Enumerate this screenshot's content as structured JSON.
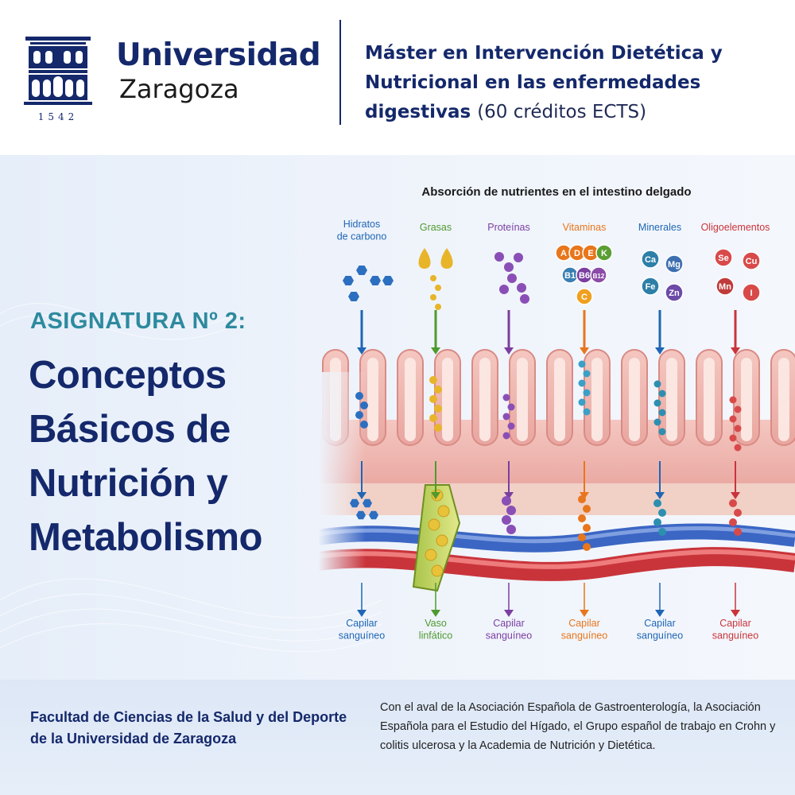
{
  "header": {
    "university_name": "Universidad",
    "university_city": "Zaragoza",
    "founding_year": "1542",
    "master_title_bold": "Máster en Intervención Dietética y Nutricional en las enfermedades digestivas",
    "master_title_light": "(60 créditos ECTS)",
    "logo_icon": "university-building-icon"
  },
  "subject": {
    "number_label": "ASIGNATURA Nº 2:",
    "title": "Conceptos Básicos de Nutrición y Metabolismo"
  },
  "diagram": {
    "title": "Absorción de nutrientes en el intestino delgado",
    "columns": [
      {
        "label_lines": [
          "Hidratos",
          "de carbono"
        ],
        "destination_lines": [
          "Capilar",
          "sanguíneo"
        ],
        "color": "#1f66b5"
      },
      {
        "label_lines": [
          "Grasas"
        ],
        "destination_lines": [
          "Vaso",
          "linfático"
        ],
        "color": "#4f9a2f"
      },
      {
        "label_lines": [
          "Proteínas"
        ],
        "destination_lines": [
          "Capilar",
          "sanguíneo"
        ],
        "color": "#7a3fa0"
      },
      {
        "label_lines": [
          "Vitaminas"
        ],
        "destination_lines": [
          "Capilar",
          "sanguíneo"
        ],
        "color": "#e8761c"
      },
      {
        "label_lines": [
          "Minerales"
        ],
        "destination_lines": [
          "Capilar",
          "sanguíneo"
        ],
        "color": "#1f66b5"
      },
      {
        "label_lines": [
          "Oligoelementos"
        ],
        "destination_lines": [
          "Capilar",
          "sanguíneo"
        ],
        "color": "#c9343b"
      }
    ],
    "vitamins": [
      {
        "label": "A",
        "color": "#e8761c"
      },
      {
        "label": "D",
        "color": "#e8761c"
      },
      {
        "label": "E",
        "color": "#e8761c"
      },
      {
        "label": "K",
        "color": "#5a9e34"
      },
      {
        "label": "B1",
        "color": "#3a7fb3"
      },
      {
        "label": "B6",
        "color": "#7a3fa0"
      },
      {
        "label": "B12",
        "color": "#8b4ba8"
      },
      {
        "label": "C",
        "color": "#f0a020"
      }
    ],
    "minerals": [
      {
        "label": "Ca",
        "color": "#2d7fa8"
      },
      {
        "label": "Mg",
        "color": "#3d6fb0"
      },
      {
        "label": "Fe",
        "color": "#2d7fa8"
      },
      {
        "label": "Zn",
        "color": "#6b4aa8"
      }
    ],
    "trace_elements": [
      {
        "label": "Se",
        "color": "#d84a4a"
      },
      {
        "label": "Cu",
        "color": "#d84a4a"
      },
      {
        "label": "Mn",
        "color": "#c03b3b"
      },
      {
        "label": "I",
        "color": "#d84a4a"
      }
    ]
  },
  "footer": {
    "faculty": "Facultad de Ciencias de la Salud y del Deporte de la Universidad de Zaragoza",
    "endorsement": "Con el aval de la Asociación Española de Gastroenterología, la Asociación Española para el Estudio del Hígado, el Grupo español de trabajo en Crohn y colitis ulcerosa y la Academia de Nutrición y Dietética."
  }
}
